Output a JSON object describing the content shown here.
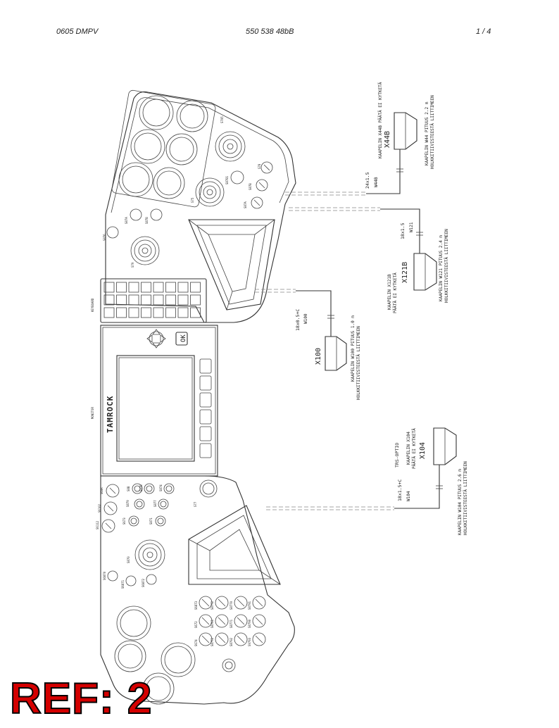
{
  "header": {
    "left": "0605 DMPV",
    "center": "550 538 48bB",
    "right": "1 /  4"
  },
  "stamp": "REF: 2",
  "panel_labels": {
    "keyboard": "KEYBOARD",
    "monitor": "MONITOR",
    "ok": "OK",
    "brand": "TAMROCK"
  },
  "top_console_labels": [
    "S705",
    "S79",
    "S75",
    "S78",
    "S8781",
    "S87B",
    "S87A",
    "S87A",
    "S87B",
    "S876"
  ],
  "bottom_console_labels": [
    "S60R",
    "S6102",
    "S6112",
    "S879",
    "S8B",
    "S878",
    "S874",
    "S877",
    "S673",
    "S871",
    "S77",
    "S870",
    "S6870",
    "S6871",
    "S6872",
    "S6873",
    "S672",
    "S674",
    "S8772",
    "S8761",
    "S8772",
    "S8770",
    "S8771",
    "S8792",
    "S8791",
    "S8790",
    "S9793",
    "S708"
  ],
  "cables": {
    "x44b": {
      "spec": "24x1.5",
      "wire": "W44B",
      "tag": "X44B",
      "note_top": "KAAPELIN X44B PÄÄTÄ EI KYTKETÄ",
      "note_len": "KAAPELIN W44 PITUUS 2.2 m",
      "note_hose": "HOLKKITIIVISTEESTÄ LIITTIMEEN"
    },
    "x121b": {
      "spec": "18x1.5",
      "wire": "W121",
      "tag": "X121B",
      "note_a": "KAAPELIN X121B",
      "note_b": "PÄÄTÄ EI KYTKETÄ",
      "note_len": "KAAPELIN W121 PITUUS 2.4 m",
      "note_hose": "HOLKKITIIVISTEESTÄ LIITTIMEEN"
    },
    "x100": {
      "spec": "18x0.5+C",
      "wire": "W100",
      "tag": "X100",
      "note_len": "KAAPELIN W100 PITUUS 1.0 m",
      "note_hose": "HOLKKITIIVISTEESTÄ LIITTIMEEN"
    },
    "x104": {
      "spec": "18x1.5+C",
      "wire": "W104",
      "tag": "X104",
      "note_trs": "TRS-OPTIO",
      "note_a": "KAAPELIN X104",
      "note_b": "PÄÄTÄ EI KYTKETÄ",
      "note_len": "KAAPELIN W104 PITUUS 2.6 m",
      "note_hose": "HOLKKITIIVISTEESTÄ LIITTIMEEN"
    }
  }
}
